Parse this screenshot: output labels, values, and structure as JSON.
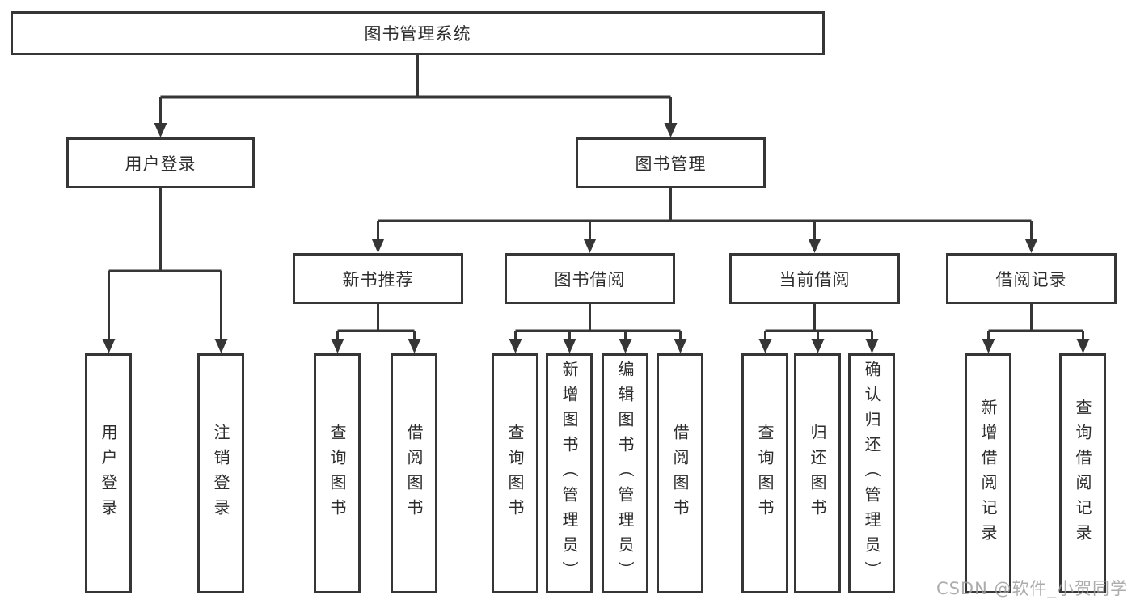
{
  "diagram": {
    "root": {
      "label": "图书管理系统"
    },
    "level2": {
      "user_login": {
        "label": "用户登录"
      },
      "book_mgmt": {
        "label": "图书管理"
      }
    },
    "level3": {
      "new_books": {
        "label": "新书推荐"
      },
      "borrow": {
        "label": "图书借阅"
      },
      "current": {
        "label": "当前借阅"
      },
      "records": {
        "label": "借阅记录"
      }
    },
    "leaves": {
      "user_login": [
        "用户登录",
        "注销登录"
      ],
      "new_books": [
        "查询图书",
        "借阅图书"
      ],
      "borrow": [
        "查询图书",
        "新增图书（管理员）",
        "编辑图书（管理员）",
        "借阅图书"
      ],
      "current": [
        "查询图书",
        "归还图书",
        "确认归还（管理员）"
      ],
      "records": [
        "新增借阅记录",
        "查询借阅记录"
      ]
    }
  },
  "watermark": {
    "text": "CSDN @软件_小贺同学"
  },
  "colors": {
    "line": "#363636",
    "text": "#2d2d2d",
    "box_background": "#ffffff",
    "page_background": "#ffffff",
    "watermark": "#9e9e9e"
  }
}
